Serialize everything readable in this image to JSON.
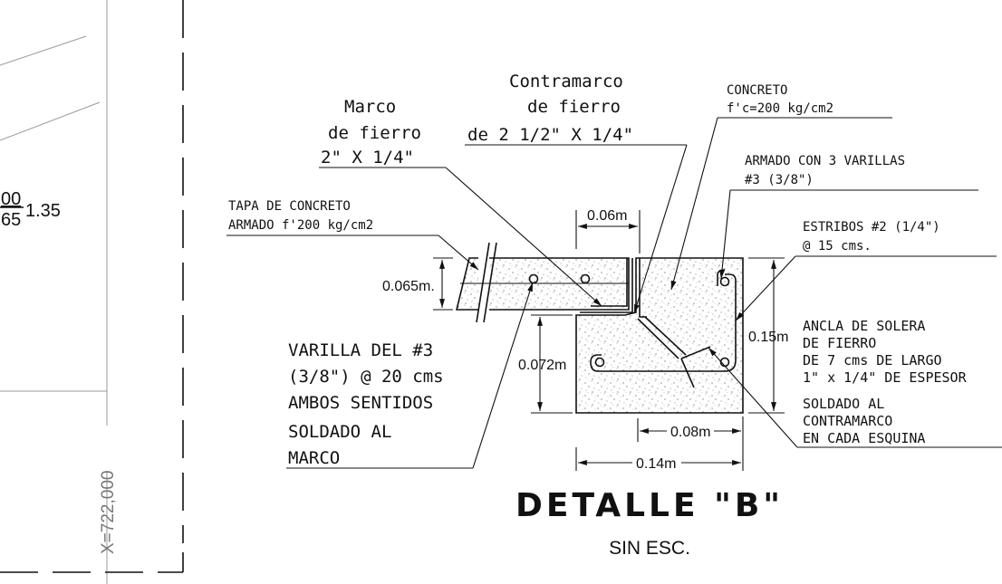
{
  "left_panel": {
    "fraction_numerator": "00",
    "fraction_denominator": "65",
    "fraction_value": "1.35",
    "coordinate_label": "X=722,000"
  },
  "labels": {
    "marco_line1": "Marco",
    "marco_line2": "de fierro",
    "marco_line3": "2\" X 1/4\"",
    "contramarco_line1": "Contramarco",
    "contramarco_line2": "de fierro",
    "contramarco_line3": "de 2 1/2\" X 1/4\"",
    "concreto_line1": "CONCRETO",
    "concreto_line2": "f'c=200 kg/cm2",
    "armado_line1": "ARMADO CON 3 VARILLAS",
    "armado_line2": "#3 (3/8\")",
    "estribos_line1": "ESTRIBOS #2 (1/4\")",
    "estribos_line2": "@ 15 cms.",
    "tapa_line1": "TAPA DE CONCRETO",
    "tapa_line2": "ARMADO f'200 kg/cm2",
    "varilla_line1": "VARILLA DEL #3",
    "varilla_line2": "(3/8\") @ 20 cms",
    "varilla_line3": "AMBOS SENTIDOS",
    "soldado_line1": "SOLDADO AL",
    "soldado_line2": "MARCO",
    "ancla_line1": "ANCLA DE SOLERA",
    "ancla_line2": "DE FIERRO",
    "ancla_line3": "DE 7 cms DE LARGO",
    "ancla_line4": "1\" x 1/4\" DE ESPESOR",
    "ancla_line5": "SOLDADO AL",
    "ancla_line6": "CONTRAMARCO",
    "ancla_line7": "EN CADA ESQUINA"
  },
  "dimensions": {
    "d_006": "0.06m",
    "d_0065": "0.065m.",
    "d_0072": "0.072m",
    "d_015": "0.15m",
    "d_008": "0.08m",
    "d_014": "0.14m"
  },
  "title": {
    "main": "DETALLE \"B\"",
    "sub": "SIN ESC."
  }
}
